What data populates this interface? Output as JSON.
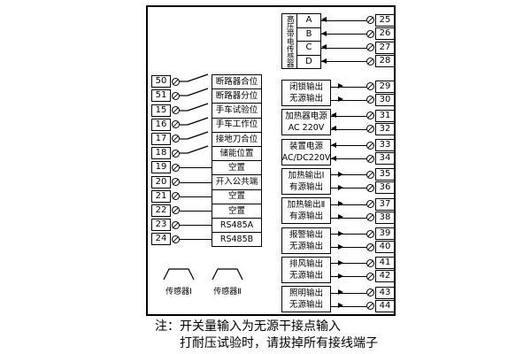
{
  "note": {
    "line1": "注：开关量输入为无源干接点输入",
    "line2": "打耐压试验时，请拔掉所有接线端子"
  },
  "left_terminals": [
    {
      "num": "50",
      "label": "断路器合位",
      "switch": true
    },
    {
      "num": "51",
      "label": "断路器分位",
      "switch": true
    },
    {
      "num": "15",
      "label": "手车试验位",
      "switch": true
    },
    {
      "num": "16",
      "label": "手车工作位",
      "switch": true
    },
    {
      "num": "17",
      "label": "接地刀合位",
      "switch": true
    },
    {
      "num": "18",
      "label": "储能位置",
      "switch": true
    },
    {
      "num": "19",
      "label": "空置",
      "switch": false
    },
    {
      "num": "20",
      "label": "开入公共端",
      "switch": false
    },
    {
      "num": "21",
      "label": "空置",
      "switch": false
    },
    {
      "num": "22",
      "label": "空置",
      "switch": false
    },
    {
      "num": "23",
      "label": "RS485A",
      "switch": false
    },
    {
      "num": "24",
      "label": "RS485B",
      "switch": false
    }
  ],
  "sensor_block": {
    "label": "高压带电传感器",
    "channels": [
      {
        "letter": "A",
        "num": "25"
      },
      {
        "letter": "B",
        "num": "26"
      },
      {
        "letter": "C",
        "num": "27"
      },
      {
        "letter": "D",
        "num": "28"
      }
    ]
  },
  "right_blocks": [
    {
      "lines": [
        "闭锁输出",
        "无源输出"
      ],
      "terminals": [
        "29",
        "30"
      ],
      "dir": "out"
    },
    {
      "lines": [
        "加热器电源",
        "AC 220V"
      ],
      "terminals": [
        "31",
        "32"
      ],
      "dir": "in"
    },
    {
      "lines": [
        "装置电源",
        "AC/DC220V"
      ],
      "terminals": [
        "33",
        "34"
      ],
      "dir": "in"
    },
    {
      "lines": [
        "加热输出Ⅰ",
        "有源输出"
      ],
      "terminals": [
        "35",
        "36"
      ],
      "dir": "out"
    },
    {
      "lines": [
        "加热输出Ⅱ",
        "有源输出"
      ],
      "terminals": [
        "37",
        "38"
      ],
      "dir": "out"
    },
    {
      "lines": [
        "报警输出",
        "无源输出"
      ],
      "terminals": [
        "39",
        "40"
      ],
      "dir": "out"
    },
    {
      "lines": [
        "排风输出",
        "无源输出"
      ],
      "terminals": [
        "41",
        "42"
      ],
      "dir": "out"
    },
    {
      "lines": [
        "照明输出",
        "无源输出"
      ],
      "terminals": [
        "43",
        "44"
      ],
      "dir": "out"
    }
  ],
  "sensors": [
    {
      "label": "传感器Ⅰ"
    },
    {
      "label": "传感器Ⅱ"
    }
  ]
}
